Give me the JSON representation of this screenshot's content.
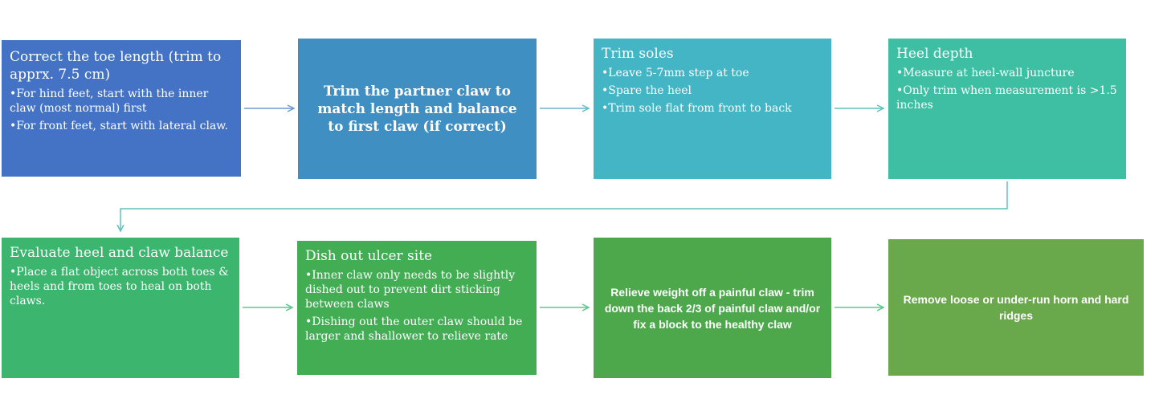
{
  "steps": [
    {
      "title": "Correct the toe length (trim to apprx. 7.5 cm)",
      "bullets": [
        "•For hind feet, start with the inner claw (most normal) first",
        "•For front feet, start with lateral claw."
      ]
    },
    {
      "label": "Trim the partner claw to match length and balance to first claw (if correct)"
    },
    {
      "title": "Trim soles",
      "bullets": [
        "•Leave 5-7mm step at toe",
        "•Spare the heel",
        "•Trim sole flat from front to back"
      ]
    },
    {
      "title": "Heel depth",
      "bullets": [
        "•Measure at heel-wall juncture",
        "•Only trim when measurement is >1.5 inches"
      ]
    },
    {
      "title": "Evaluate heel and claw balance",
      "bullets": [
        "•Place a flat object across both toes & heels and from toes to heal on both claws."
      ]
    },
    {
      "title": "Dish out ulcer site",
      "bullets": [
        "•Inner claw only needs to be slightly dished out to prevent dirt sticking between claws",
        "•Dishing out the outer claw should be larger and shallower to relieve rate"
      ]
    },
    {
      "label": "Relieve weight off a painful claw - trim down the back 2/3 of painful claw and/or fix a block to the healthy claw"
    },
    {
      "label": "Remove loose or under-run horn and hard ridges"
    }
  ],
  "colors": {
    "step1": "#4472c4",
    "step2": "#3f8fc2",
    "step3": "#43b5c4",
    "step4": "#3ebfa3",
    "step5": "#3cb56e",
    "step6": "#43ad54",
    "step7": "#4ca84a",
    "step8": "#6aa84c",
    "arrow_row1": "#6b9bd2",
    "arrow_row2": "#5fc88a"
  }
}
